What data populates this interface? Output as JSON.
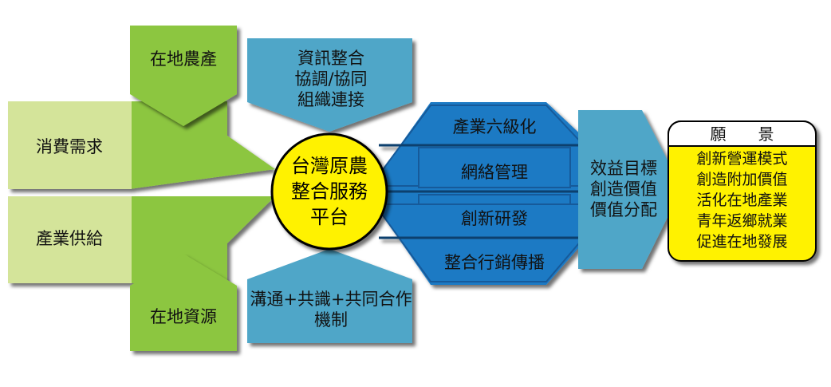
{
  "diagram": {
    "inputs": {
      "demand_label": "消費需求",
      "supply_label": "產業供給",
      "local_products_label": "在地農產",
      "local_resources_label": "在地資源"
    },
    "support": {
      "top_lines": [
        "資訊整合",
        "協調/協同",
        "組織連接"
      ],
      "bottom_lines": [
        "溝通+共識+共同合作",
        "機制"
      ]
    },
    "hub": {
      "lines": [
        "台灣原農",
        "整合服務",
        "平台"
      ]
    },
    "functions": [
      "產業六級化",
      "網絡管理",
      "創新研發",
      "整合行銷傳播"
    ],
    "benefits": {
      "lines": [
        "效益目標",
        "創造價值",
        "價值分配"
      ]
    },
    "vision": {
      "title": "願　　景",
      "items": [
        "創新營運模式",
        "創造附加價值",
        "活化在地產業",
        "青年返鄉就業",
        "促進在地發展"
      ]
    },
    "colors": {
      "green_light": "#d4e49a",
      "green": "#8cc63f",
      "teal": "#4fa6c8",
      "blue": "#1f7ac4",
      "blue_dark": "#155a9a",
      "yellow": "#fff200"
    }
  }
}
